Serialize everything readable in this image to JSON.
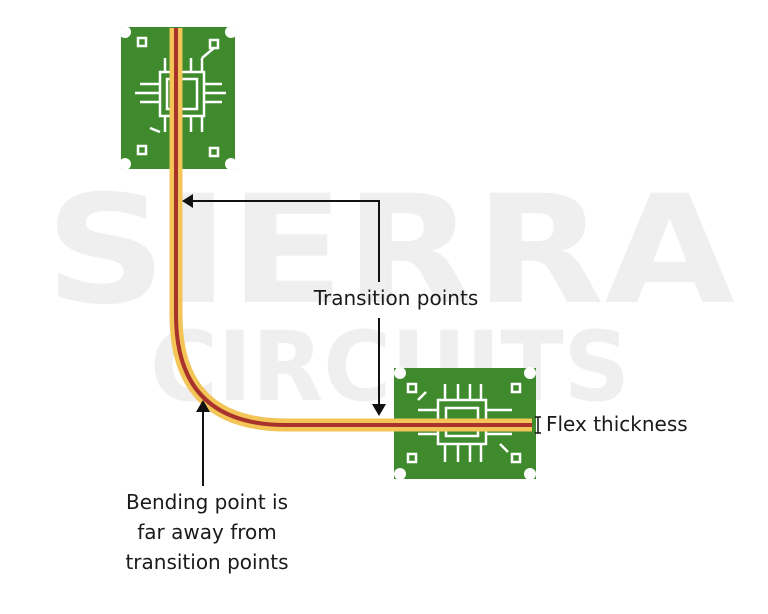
{
  "watermark": {
    "line1": "SIERRA",
    "line2": "CIRCUITS"
  },
  "labels": {
    "transition": "Transition points",
    "flex_thickness": "Flex thickness",
    "bending_line1": "Bending point is",
    "bending_line2": "far away from",
    "bending_line3": "transition points"
  },
  "colors": {
    "board": "#3e8a2c",
    "board_trace": "#ffffff",
    "flex_outer": "#f3c456",
    "flex_inner": "#a8322c",
    "arrow": "#111111"
  }
}
